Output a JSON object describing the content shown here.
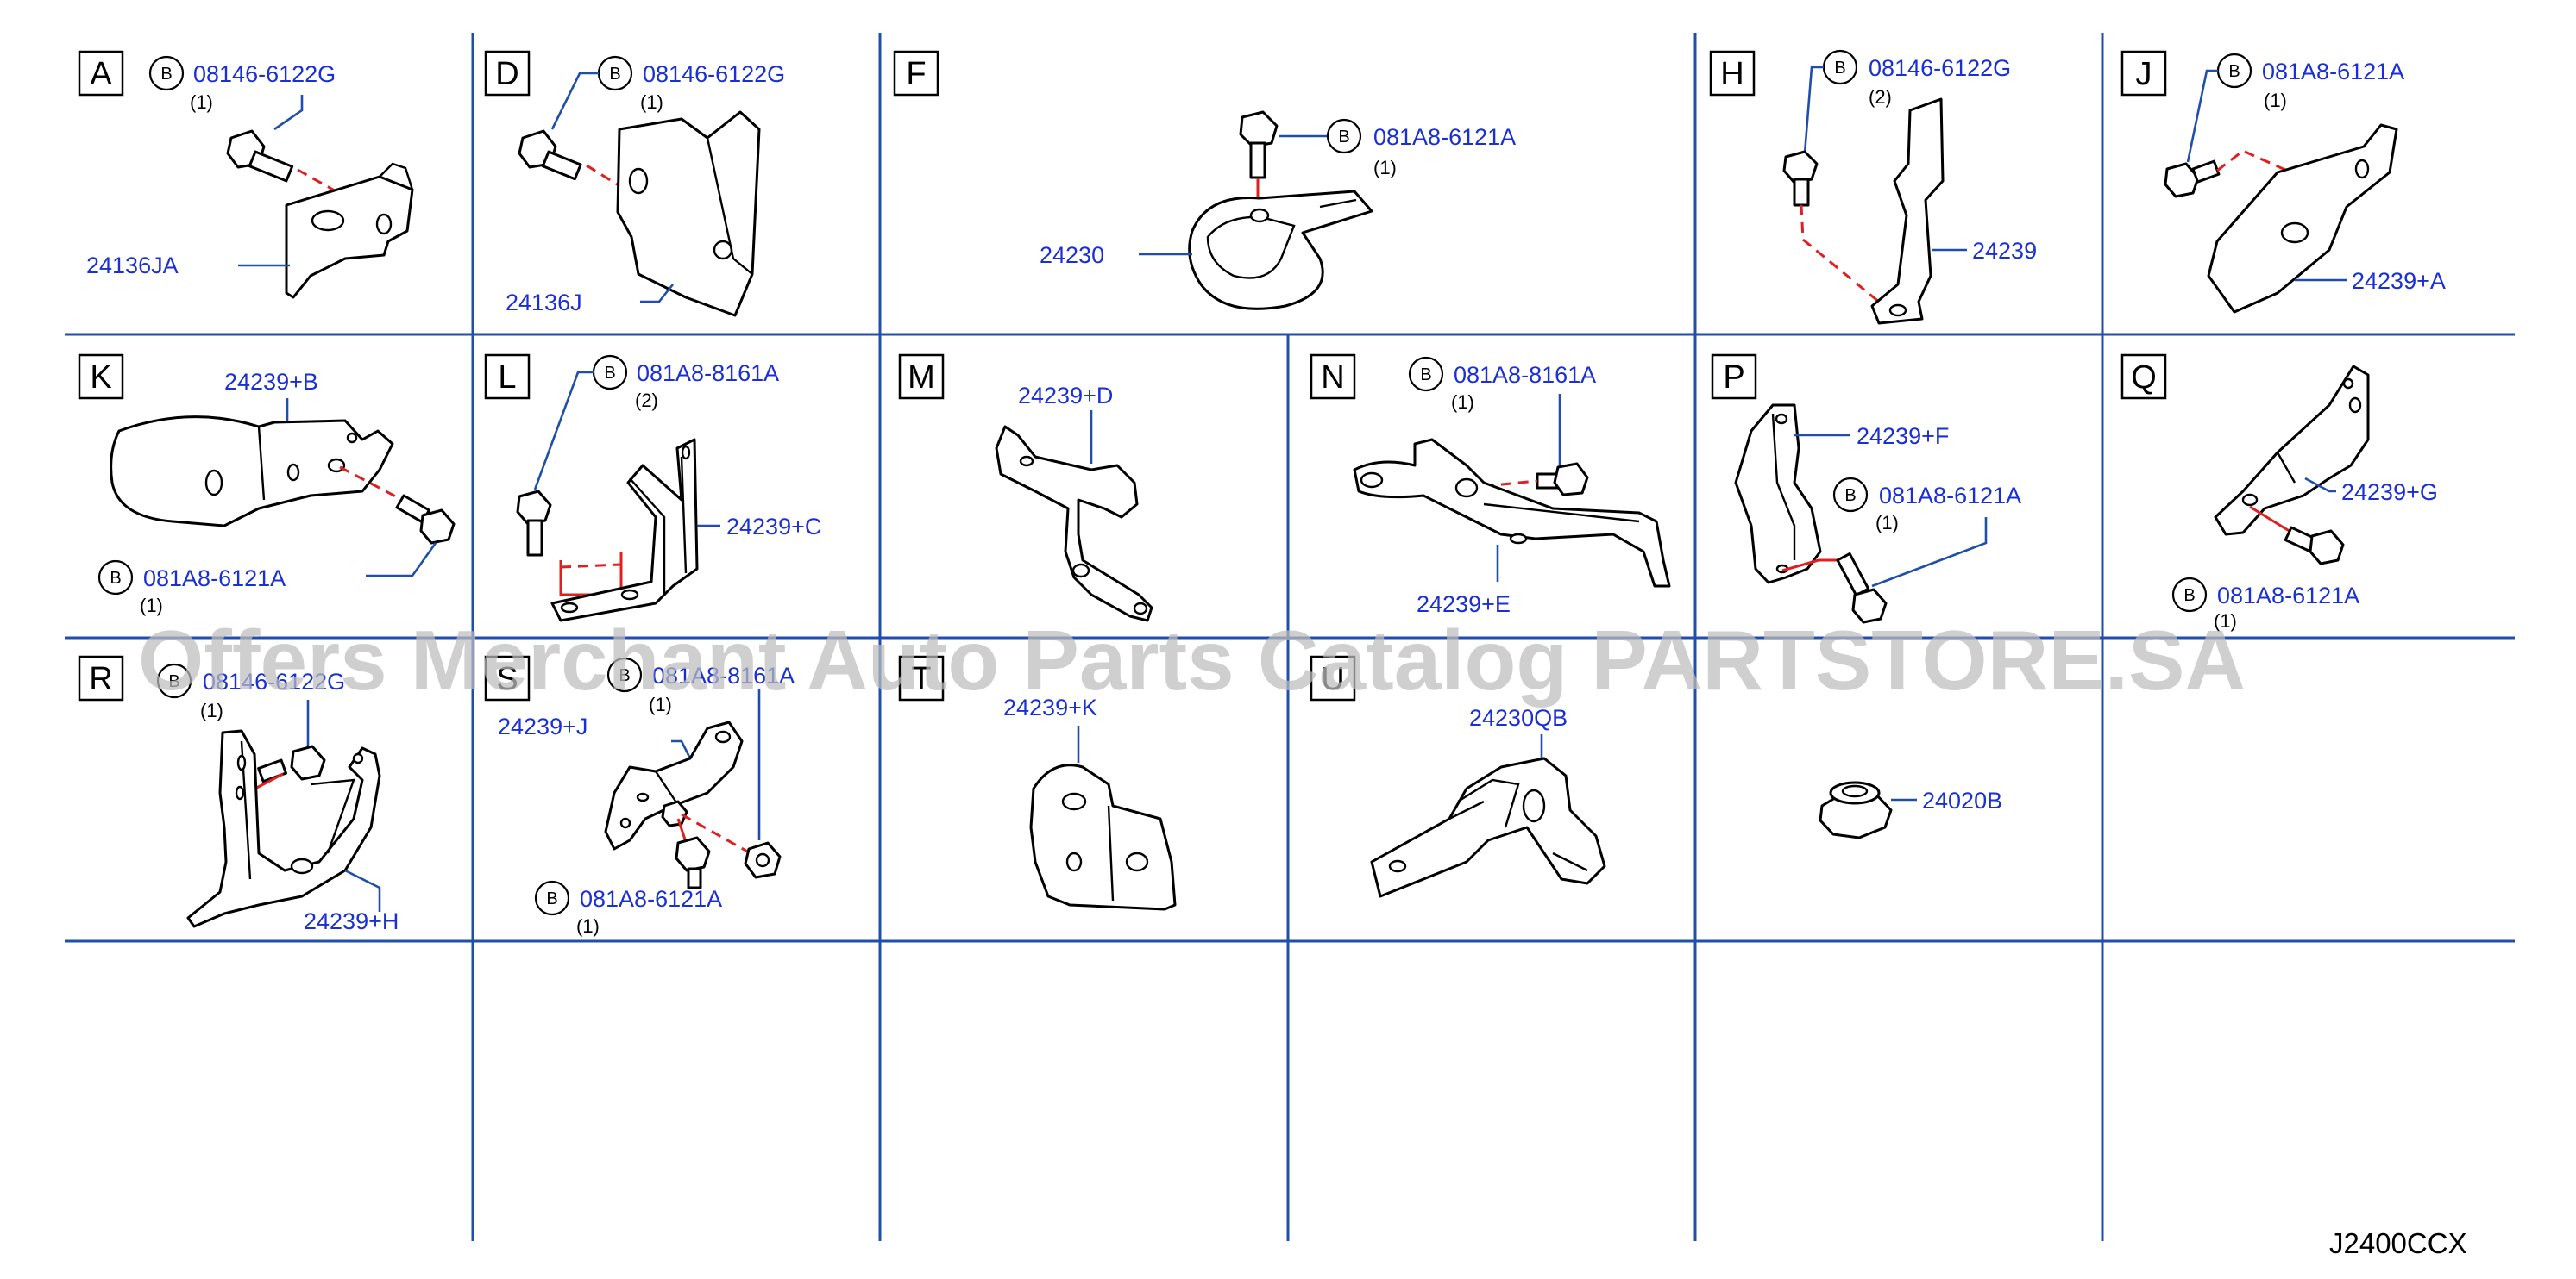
{
  "diagram_code": "J2400CCX",
  "watermark": "Offers Merchant Auto Parts Catalog PARTSTORE.SA",
  "bolt_marker": "B",
  "panels": {
    "A": {
      "letter": "A",
      "bolt": "08146-6122G",
      "qty": "(1)",
      "part": "24136JA"
    },
    "D": {
      "letter": "D",
      "bolt": "08146-6122G",
      "qty": "(1)",
      "part": "24136J"
    },
    "F": {
      "letter": "F",
      "bolt": "081A8-6121A",
      "qty": "(1)",
      "part": "24230"
    },
    "H": {
      "letter": "H",
      "bolt": "08146-6122G",
      "qty": "(2)",
      "part": "24239"
    },
    "J": {
      "letter": "J",
      "bolt": "081A8-6121A",
      "qty": "(1)",
      "part": "24239+A"
    },
    "K": {
      "letter": "K",
      "bolt": "081A8-6121A",
      "qty": "(1)",
      "part": "24239+B"
    },
    "L": {
      "letter": "L",
      "bolt": "081A8-8161A",
      "qty": "(2)",
      "part": "24239+C"
    },
    "M": {
      "letter": "M",
      "part": "24239+D"
    },
    "N": {
      "letter": "N",
      "bolt": "081A8-8161A",
      "qty": "(1)",
      "part": "24239+E"
    },
    "P": {
      "letter": "P",
      "bolt": "081A8-6121A",
      "qty": "(1)",
      "part": "24239+F"
    },
    "Q": {
      "letter": "Q",
      "bolt": "081A8-6121A",
      "qty": "(1)",
      "part": "24239+G"
    },
    "R": {
      "letter": "R",
      "bolt": "08146-6122G",
      "qty": "(1)",
      "part": "24239+H"
    },
    "S": {
      "letter": "S",
      "bolt": "081A8-8161A",
      "qty": "(1)",
      "bolt2": "081A8-6121A",
      "qty2": "(1)",
      "part": "24239+J"
    },
    "T": {
      "letter": "T",
      "part": "24239+K"
    },
    "U": {
      "letter": "U",
      "part": "24230QB"
    },
    "V": {
      "part": "24020B"
    }
  },
  "colors": {
    "grid": "#1f4fa8",
    "part_number": "#1a2fd6",
    "dash_line": "#e02020",
    "watermark": "#bdbdbd"
  }
}
